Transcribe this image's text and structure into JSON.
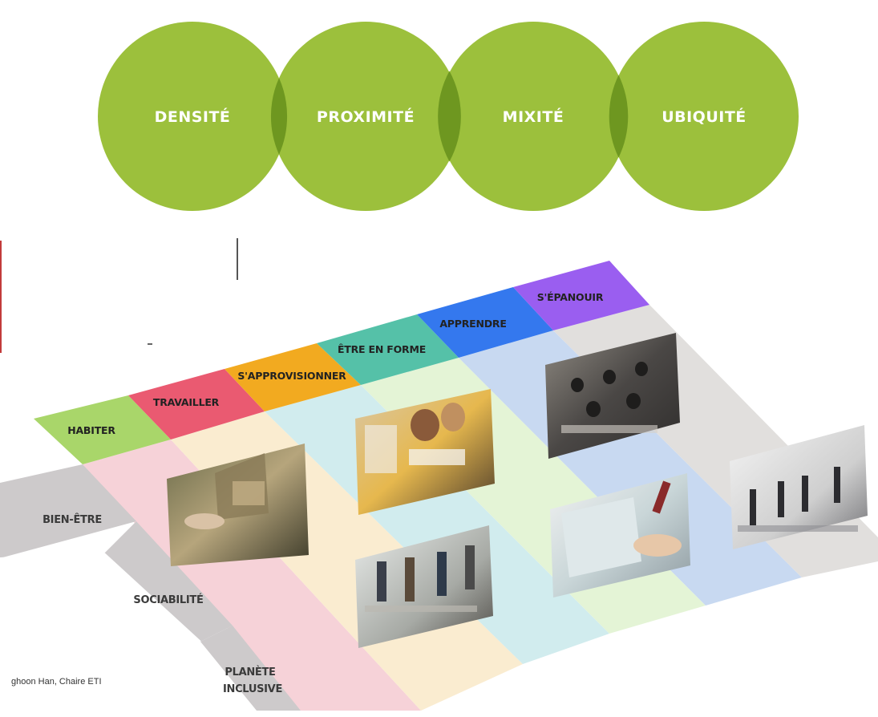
{
  "pillars": [
    "DENSITÉ",
    "PROXIMITÉ",
    "MIXITÉ",
    "UBIQUITÉ"
  ],
  "categories": [
    "HABITER",
    "TRAVAILLER",
    "S'APPROVISIONNER",
    "ÊTRE EN FORME",
    "APPRENDRE",
    "S'ÉPANOUIR"
  ],
  "rows": [
    "BIEN-ÊTRE",
    "SOCIABILITÉ",
    "PLANÈTE",
    "INCLUSIVE"
  ],
  "credit": "ghoon Han, Chaire ETI",
  "colors": {
    "circle": "#9cc03c",
    "circle_overlap": "#6e9720",
    "circle_text": "#ffffff",
    "cat": [
      "#a9d66a",
      "#ea5a71",
      "#f2aa20",
      "#55c1a8",
      "#3478ee",
      "#9a5ef0"
    ],
    "band": [
      "#f6d2d8",
      "#faecd0",
      "#d1ecee",
      "#e4f4d6",
      "#c8d9f1",
      "#e1dfdd"
    ],
    "row_band": "#cdcacb"
  },
  "photos": [
    {
      "name": "house-keys-photo"
    },
    {
      "name": "cafe-photo"
    },
    {
      "name": "classroom-photo"
    },
    {
      "name": "office-meeting-photo"
    },
    {
      "name": "tablet-writing-photo"
    },
    {
      "name": "yoga-class-photo"
    }
  ]
}
